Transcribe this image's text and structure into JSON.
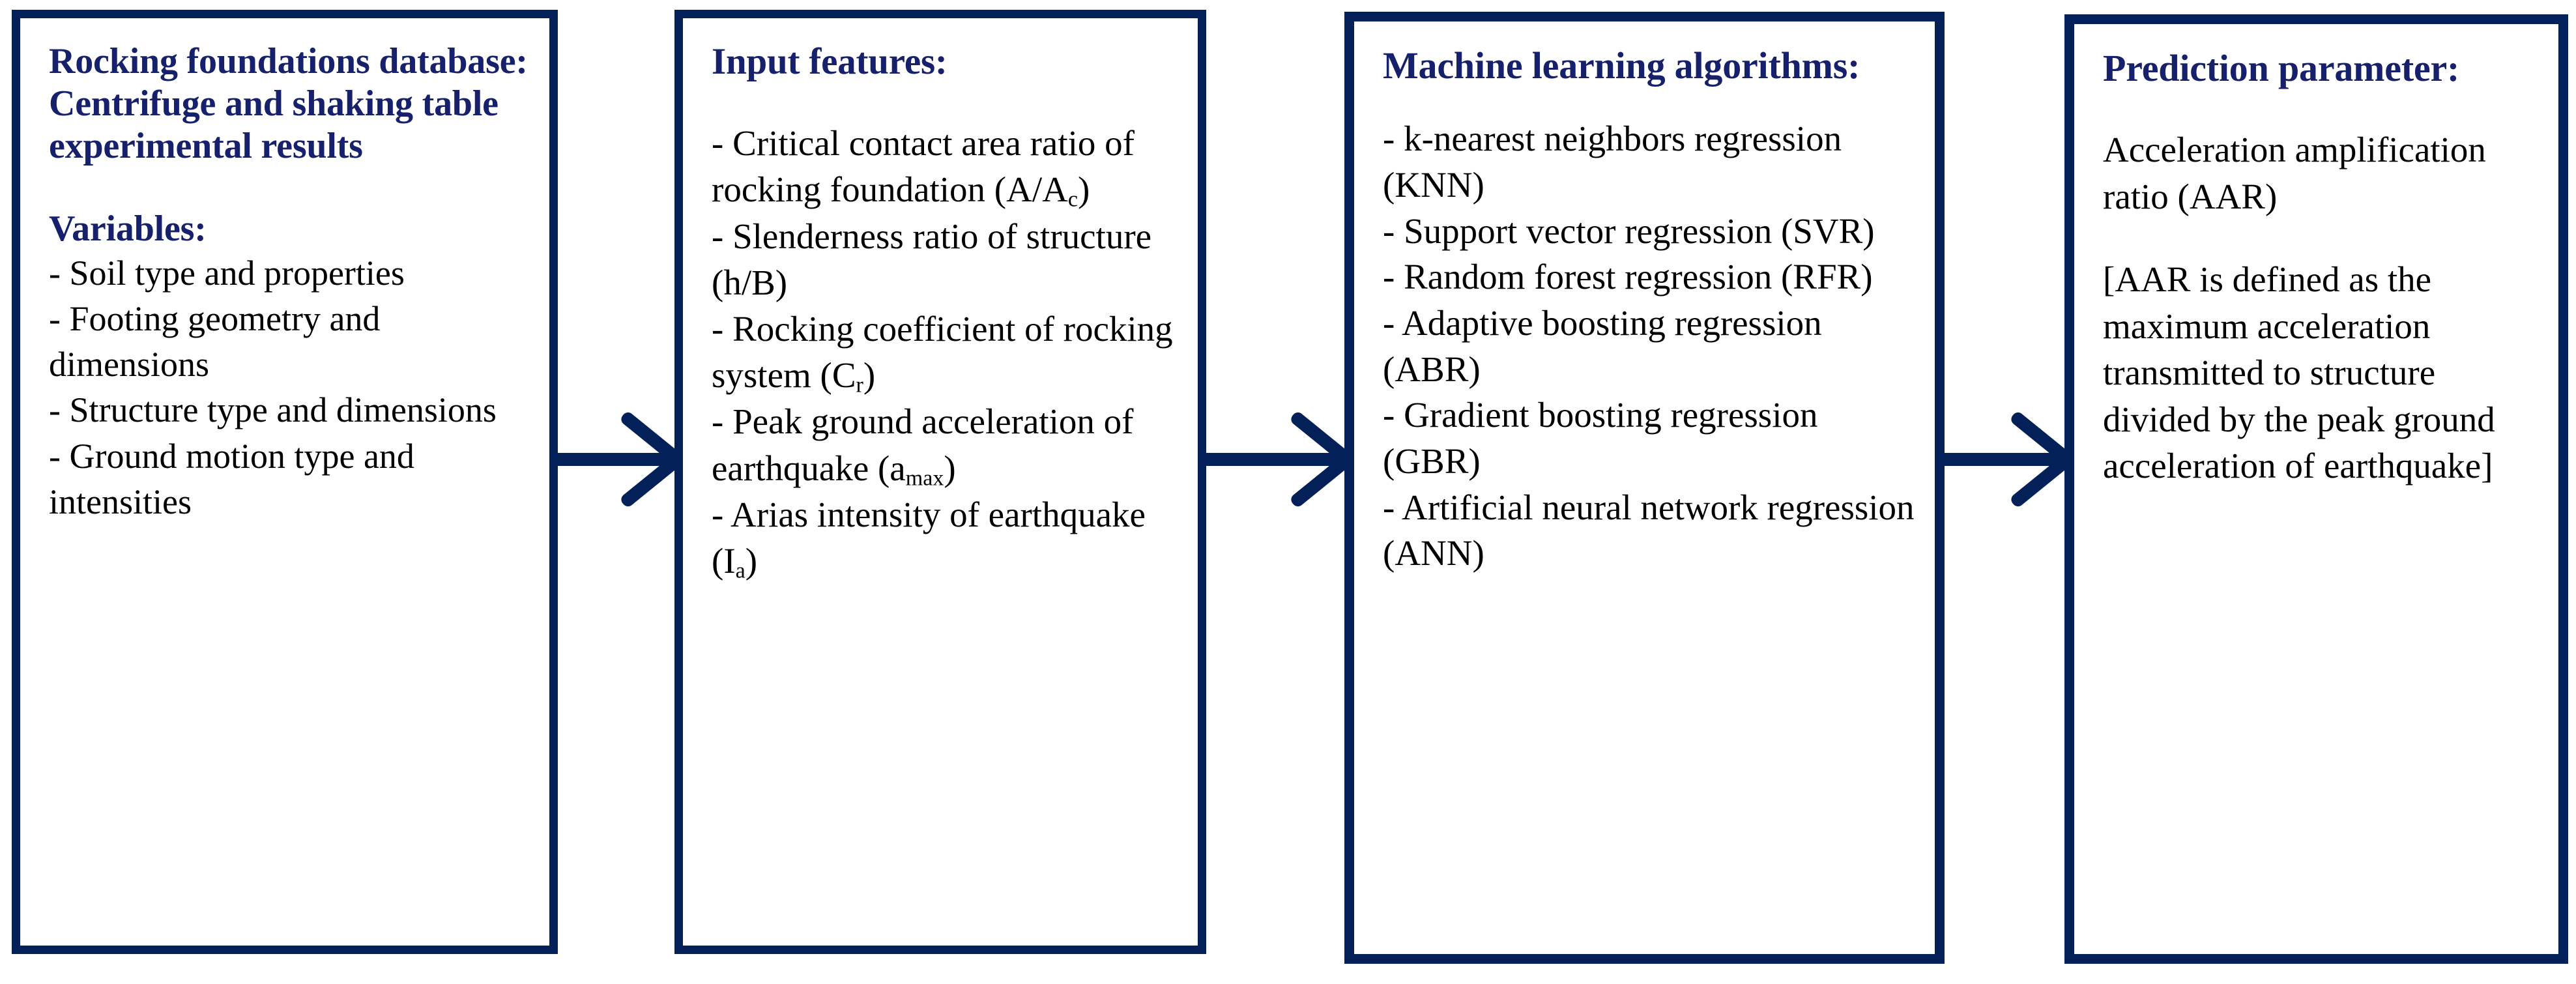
{
  "diagram": {
    "type": "flowchart",
    "orientation": "left-to-right",
    "accent_color": "#032158",
    "heading_color": "#17216b",
    "body_color": "#000000",
    "background": "#ffffff",
    "stages": 4,
    "connectors": 3
  },
  "box1": {
    "heading": "Rocking foundations database: Centrifuge and shaking table experimental results",
    "subheading": "Variables:",
    "items": [
      "- Soil type and properties",
      "- Footing geometry and dimensions",
      "- Structure type and dimensions",
      "- Ground motion type and intensities"
    ]
  },
  "box2": {
    "heading": "Input features:",
    "items_html": [
      "- Critical contact area ratio of rocking foundation (A/A<sub>c</sub>)",
      "- Slenderness ratio of structure (h/B)",
      "- Rocking coefficient of rocking system (C<sub>r</sub>)",
      "- Peak ground acceleration of earthquake (a<sub>max</sub>)",
      "- Arias intensity of earthquake (I<sub>a</sub>)"
    ]
  },
  "box3": {
    "heading": "Machine learning algorithms:",
    "items": [
      "- k-nearest neighbors regression (KNN)",
      "- Support vector regression (SVR)",
      "- Random forest regression (RFR)",
      "- Adaptive boosting regression (ABR)",
      "- Gradient boosting regression (GBR)",
      "- Artificial neural network regression (ANN)"
    ]
  },
  "box4": {
    "heading": "Prediction parameter:",
    "value": "Acceleration amplification ratio (AAR)",
    "note": "[AAR is defined as the maximum acceleration transmitted to structure divided by the peak ground acceleration of earthquake]"
  },
  "arrows": {
    "arrow1_label": "flows-to",
    "arrow2_label": "flows-to",
    "arrow3_label": "flows-to"
  }
}
